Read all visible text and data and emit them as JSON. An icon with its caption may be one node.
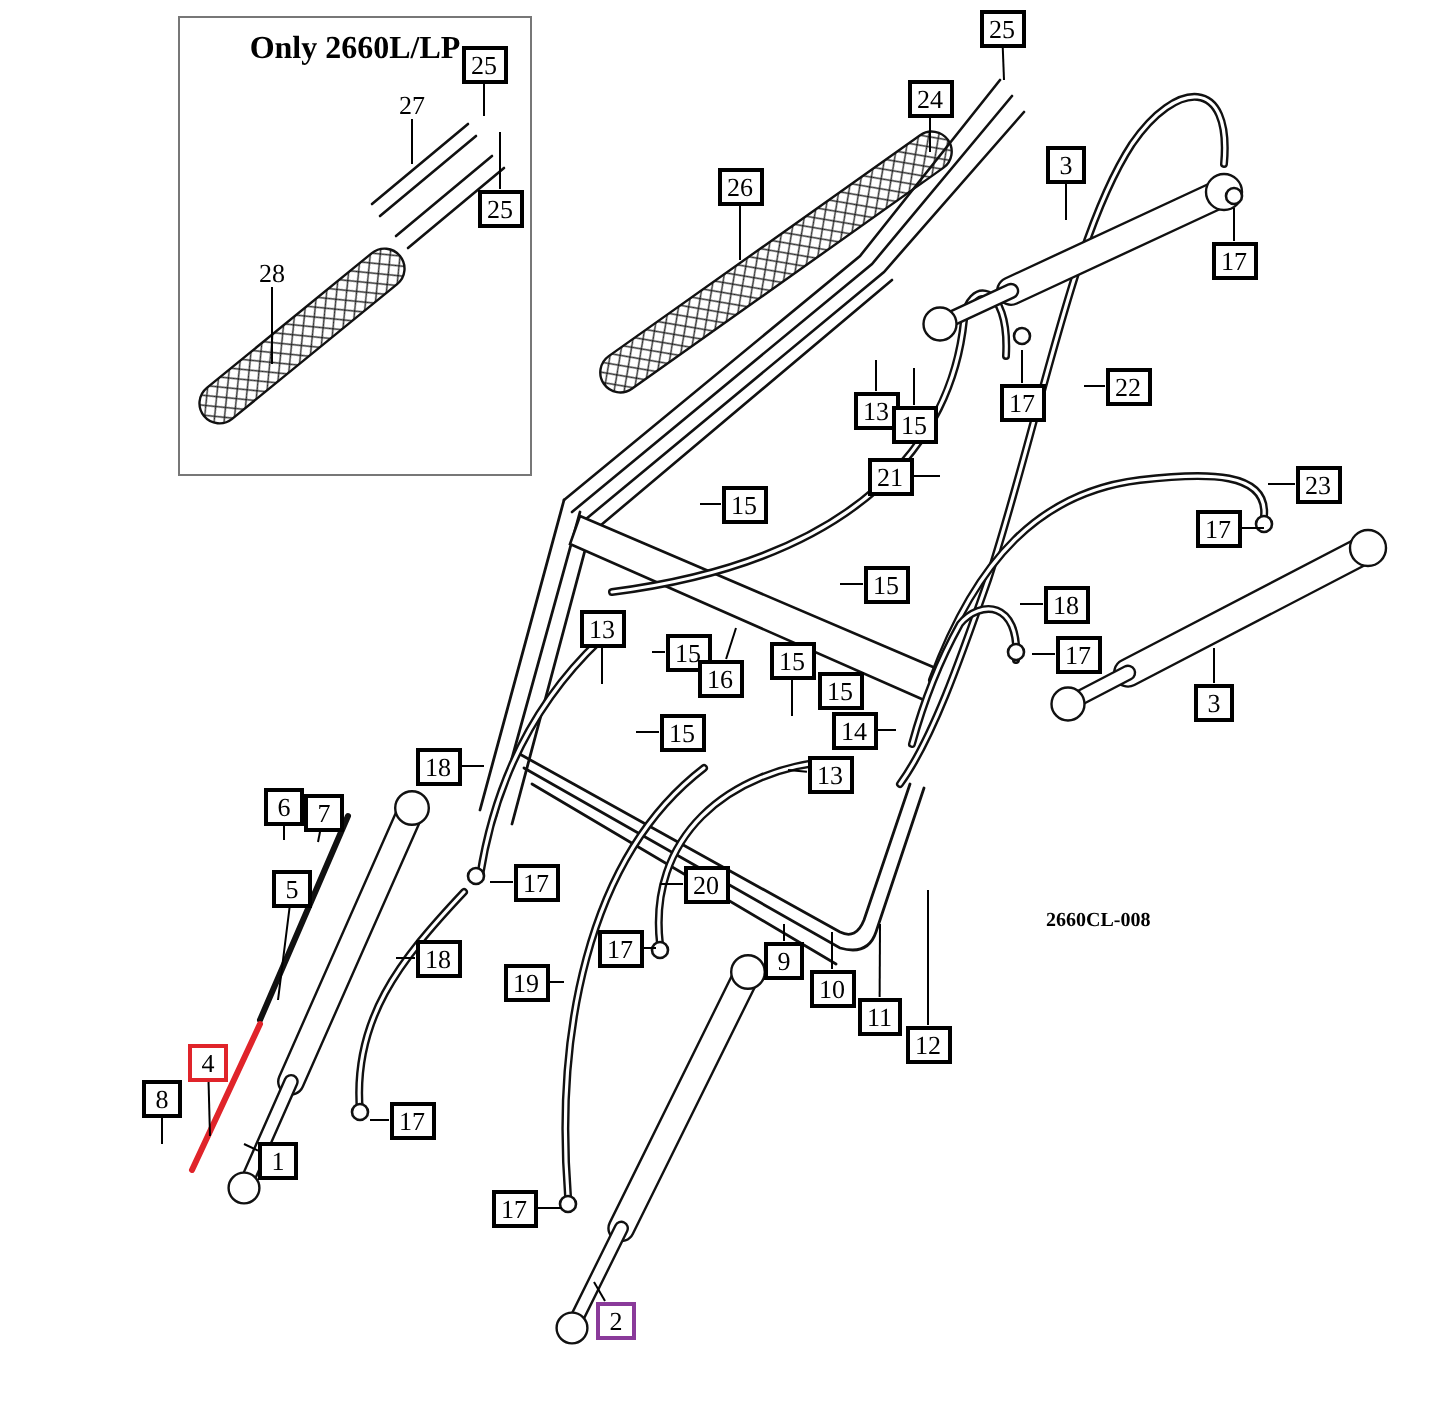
{
  "diagram": {
    "nodes": [
      {
        "text": [
          "Only 2660L/LP"
        ]
      },
      {
        "text": [
          "25"
        ],
        "in": 0
      },
      {
        "text": [
          "27"
        ],
        "in": 0
      },
      {
        "text": [
          "25"
        ],
        "in": 0
      },
      {
        "text": [
          "28"
        ],
        "in": 0
      },
      {
        "text": [
          "25"
        ]
      },
      {
        "text": [
          "24"
        ]
      },
      {
        "text": [
          "26"
        ]
      },
      {
        "text": [
          "3"
        ]
      },
      {
        "text": [
          "17"
        ]
      },
      {
        "text": [
          "13"
        ]
      },
      {
        "text": [
          "15"
        ]
      },
      {
        "text": [
          "17"
        ]
      },
      {
        "text": [
          "22"
        ]
      },
      {
        "text": [
          "21"
        ]
      },
      {
        "text": [
          "23"
        ]
      },
      {
        "text": [
          "15"
        ]
      },
      {
        "text": [
          "17"
        ]
      },
      {
        "text": [
          "15"
        ]
      },
      {
        "text": [
          "18"
        ]
      },
      {
        "text": [
          "13"
        ]
      },
      {
        "text": [
          "15"
        ]
      },
      {
        "text": [
          "17"
        ]
      },
      {
        "text": [
          "16"
        ]
      },
      {
        "text": [
          "15"
        ]
      },
      {
        "text": [
          "15"
        ]
      },
      {
        "text": [
          "14"
        ]
      },
      {
        "text": [
          "3"
        ]
      },
      {
        "text": [
          "15"
        ]
      },
      {
        "text": [
          "18"
        ]
      },
      {
        "text": [
          "13"
        ]
      },
      {
        "text": [
          "6"
        ]
      },
      {
        "text": [
          "7"
        ]
      },
      {
        "text": [
          "5"
        ]
      },
      {
        "text": [
          "17"
        ]
      },
      {
        "text": [
          "20"
        ]
      },
      {
        "text": [
          "9"
        ]
      },
      {
        "text": [
          "18"
        ]
      },
      {
        "text": [
          "17"
        ]
      },
      {
        "text": [
          "10"
        ]
      },
      {
        "text": [
          "19"
        ]
      },
      {
        "text": [
          "11"
        ]
      },
      {
        "text": [
          "12"
        ]
      },
      {
        "text": [
          "4"
        ]
      },
      {
        "text": [
          "8"
        ]
      },
      {
        "text": [
          "17"
        ]
      },
      {
        "text": [
          "1"
        ]
      },
      {
        "text": [
          "17"
        ]
      },
      {
        "text": [
          "2"
        ]
      }
    ],
    "edges": [
      {
        "from": 1,
        "to": null,
        "arrow": "none"
      },
      {
        "from": 2,
        "to": null,
        "arrow": "none"
      },
      {
        "from": 3,
        "to": null,
        "arrow": "none"
      },
      {
        "from": 4,
        "to": null,
        "arrow": "none"
      },
      {
        "from": 5,
        "to": null,
        "arrow": "none"
      },
      {
        "from": 6,
        "to": null,
        "arrow": "none"
      },
      {
        "from": 7,
        "to": null,
        "arrow": "none"
      },
      {
        "from": 8,
        "to": null,
        "arrow": "none"
      },
      {
        "from": 9,
        "to": null,
        "arrow": "none"
      },
      {
        "from": 10,
        "to": null,
        "arrow": "none"
      },
      {
        "from": 11,
        "to": null,
        "arrow": "none"
      },
      {
        "from": 12,
        "to": null,
        "arrow": "none"
      },
      {
        "from": 13,
        "to": null,
        "arrow": "none"
      },
      {
        "from": 14,
        "to": null,
        "arrow": "none"
      },
      {
        "from": 15,
        "to": null,
        "arrow": "none"
      },
      {
        "from": 16,
        "to": null,
        "arrow": "none"
      },
      {
        "from": 17,
        "to": null,
        "arrow": "none"
      },
      {
        "from": 18,
        "to": null,
        "arrow": "none"
      },
      {
        "from": 19,
        "to": null,
        "arrow": "none"
      },
      {
        "from": 20,
        "to": null,
        "arrow": "none"
      },
      {
        "from": 21,
        "to": null,
        "arrow": "none"
      },
      {
        "from": 22,
        "to": null,
        "arrow": "none"
      },
      {
        "from": 23,
        "to": null,
        "arrow": "none"
      },
      {
        "from": 24,
        "to": null,
        "arrow": "none"
      },
      {
        "from": 26,
        "to": null,
        "arrow": "none"
      },
      {
        "from": 27,
        "to": null,
        "arrow": "none"
      },
      {
        "from": 28,
        "to": null,
        "arrow": "none"
      },
      {
        "from": 29,
        "to": null,
        "arrow": "none"
      },
      {
        "from": 30,
        "to": null,
        "arrow": "none"
      },
      {
        "from": 31,
        "to": null,
        "arrow": "none"
      },
      {
        "from": 32,
        "to": null,
        "arrow": "none"
      },
      {
        "from": 33,
        "to": null,
        "arrow": "none"
      },
      {
        "from": 34,
        "to": null,
        "arrow": "none"
      },
      {
        "from": 35,
        "to": null,
        "arrow": "none"
      },
      {
        "from": 36,
        "to": null,
        "arrow": "none"
      },
      {
        "from": 37,
        "to": null,
        "arrow": "none"
      },
      {
        "from": 38,
        "to": null,
        "arrow": "none"
      },
      {
        "from": 39,
        "to": null,
        "arrow": "none"
      },
      {
        "from": 40,
        "to": null,
        "arrow": "none"
      },
      {
        "from": 41,
        "to": null,
        "arrow": "none"
      },
      {
        "from": 42,
        "to": null,
        "arrow": "none"
      },
      {
        "from": 43,
        "to": null,
        "arrow": "none"
      },
      {
        "from": 44,
        "to": null,
        "arrow": "none"
      },
      {
        "from": 45,
        "to": null,
        "arrow": "none"
      },
      {
        "from": 46,
        "to": null,
        "arrow": "none"
      },
      {
        "from": 47,
        "to": null,
        "arrow": "none"
      },
      {
        "from": 48,
        "to": null,
        "arrow": "none"
      }
    ],
    "labels": [
      "2660CL-008"
    ]
  }
}
